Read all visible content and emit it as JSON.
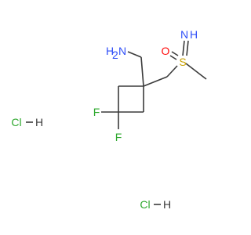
{
  "molecule": {
    "atoms": {
      "amine_n": {
        "text": "N",
        "color": "#3050F8"
      },
      "amine_h2": {
        "text": "H",
        "color": "#3050F8"
      },
      "amine_h_sub": {
        "text": "2",
        "color": "#3050F8"
      },
      "oxygen": {
        "text": "O",
        "color": "#FF0D0D"
      },
      "sulfur": {
        "text": "S",
        "color": "#C8A000"
      },
      "imine_n": {
        "text": "N",
        "color": "#3050F8"
      },
      "imine_h": {
        "text": "H",
        "color": "#3050F8"
      },
      "fluorine_1": {
        "text": "F",
        "color": "#2ea82e"
      },
      "fluorine_2": {
        "text": "F",
        "color": "#2ea82e"
      }
    },
    "salts": [
      {
        "cl": "Cl",
        "h": "H",
        "cl_color": "#2ea82e",
        "h_color": "#3b3b3b"
      },
      {
        "cl": "Cl",
        "h": "H",
        "cl_color": "#2ea82e",
        "h_color": "#3b3b3b"
      }
    ]
  }
}
